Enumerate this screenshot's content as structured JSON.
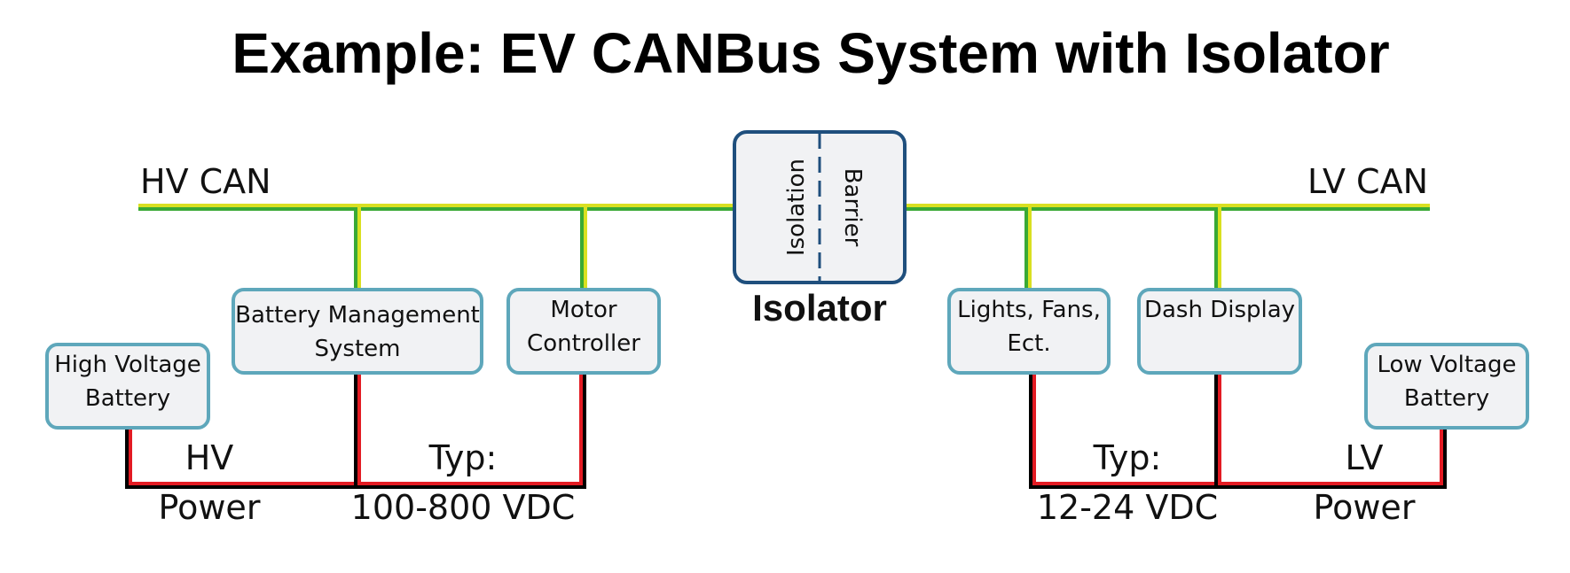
{
  "title": "Example: EV CANBus System with Isolator",
  "buses": {
    "hv_label": "HV CAN",
    "lv_label": "LV CAN"
  },
  "isolator": {
    "label": "Isolator",
    "left_text": "Isolation",
    "right_text": "Barrier"
  },
  "nodes": {
    "hv_battery": [
      "High Voltage",
      "Battery"
    ],
    "bms": [
      "Battery Management",
      "System"
    ],
    "motor_controller": [
      "Motor",
      "Controller"
    ],
    "lights": [
      "Lights, Fans,",
      "Ect."
    ],
    "dash": [
      "Dash Display"
    ],
    "lv_battery": [
      "Low Voltage",
      "Battery"
    ]
  },
  "power": {
    "hv_label": [
      "HV",
      "Power"
    ],
    "hv_typ": [
      "Typ:",
      "100-800 VDC"
    ],
    "lv_typ": [
      "Typ:",
      "12-24 VDC"
    ],
    "lv_label": [
      "LV",
      "Power"
    ]
  },
  "colors": {
    "can_high": "#d9e021",
    "can_low": "#39a935",
    "power_pos": "#e31b23",
    "power_neg": "#000000",
    "node_border": "#5ea7bb",
    "isolator_border": "#1f4f7d",
    "box_fill": "#f1f2f4"
  }
}
